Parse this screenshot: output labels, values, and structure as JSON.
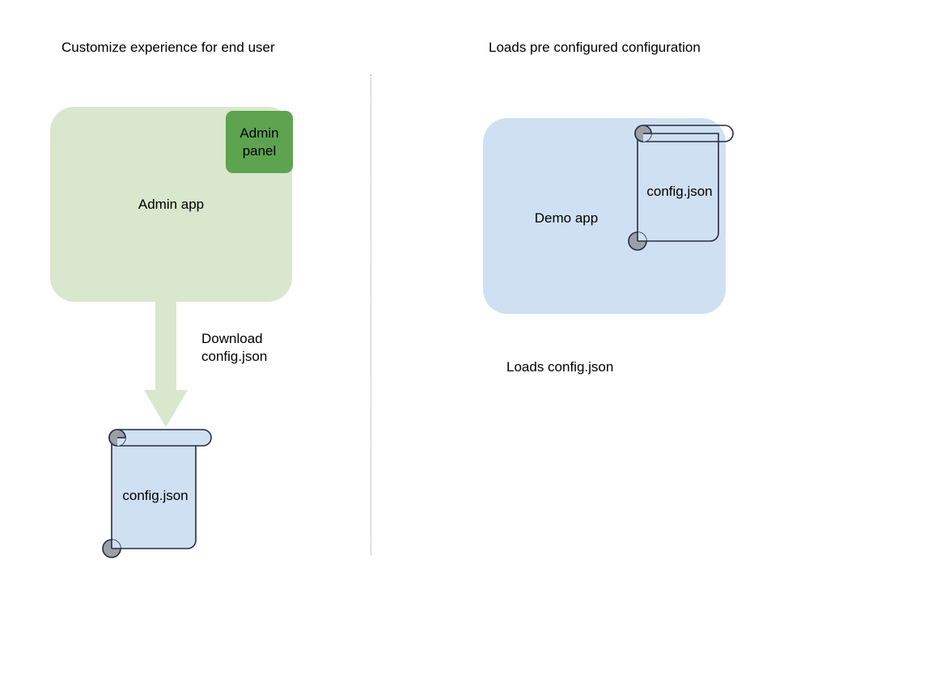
{
  "diagram": {
    "type": "flow-diagram",
    "background_color": "#ffffff",
    "panels": [
      {
        "id": "left",
        "heading": "Customize experience for end user",
        "app_box": {
          "label": "Admin app",
          "fill": "#d9e7cd",
          "sub_box": {
            "label": "Admin\npanel",
            "fill": "#5ea450"
          }
        },
        "arrow": {
          "label": "Download\nconfig.json",
          "fill": "#d9e7cd",
          "direction": "down"
        },
        "document": {
          "label": "config.json",
          "fill": "#cfe0f3",
          "stroke": "#2a2a44"
        }
      },
      {
        "id": "right",
        "heading": "Loads pre configured configuration",
        "app_box": {
          "label": "Demo app",
          "fill": "#cfe0f3"
        },
        "document": {
          "label": "config.json",
          "fill": "transparent",
          "stroke": "#2a2a44"
        },
        "caption": "Loads config.json"
      }
    ],
    "divider": {
      "style": "dotted",
      "color": "#9b9b9b"
    }
  },
  "left_panel": {
    "heading": "Customize experience for end user",
    "admin_app_label": "Admin app",
    "admin_panel_label": "Admin\npanel",
    "arrow_label": "Download\nconfig.json",
    "config_doc_label": "config.json"
  },
  "right_panel": {
    "heading": "Loads pre configured configuration",
    "demo_app_label": "Demo app",
    "config_doc_label": "config.json",
    "caption": "Loads config.json"
  },
  "colors": {
    "admin_app_fill": "#d9e7cd",
    "admin_panel_fill": "#5ea450",
    "demo_app_fill": "#cfe0f3",
    "document_fill": "#cfe0f3",
    "document_stroke": "#2a2a44",
    "curl_fill": "#9aa0a6",
    "divider": "#9b9b9b",
    "text": "#000000"
  }
}
